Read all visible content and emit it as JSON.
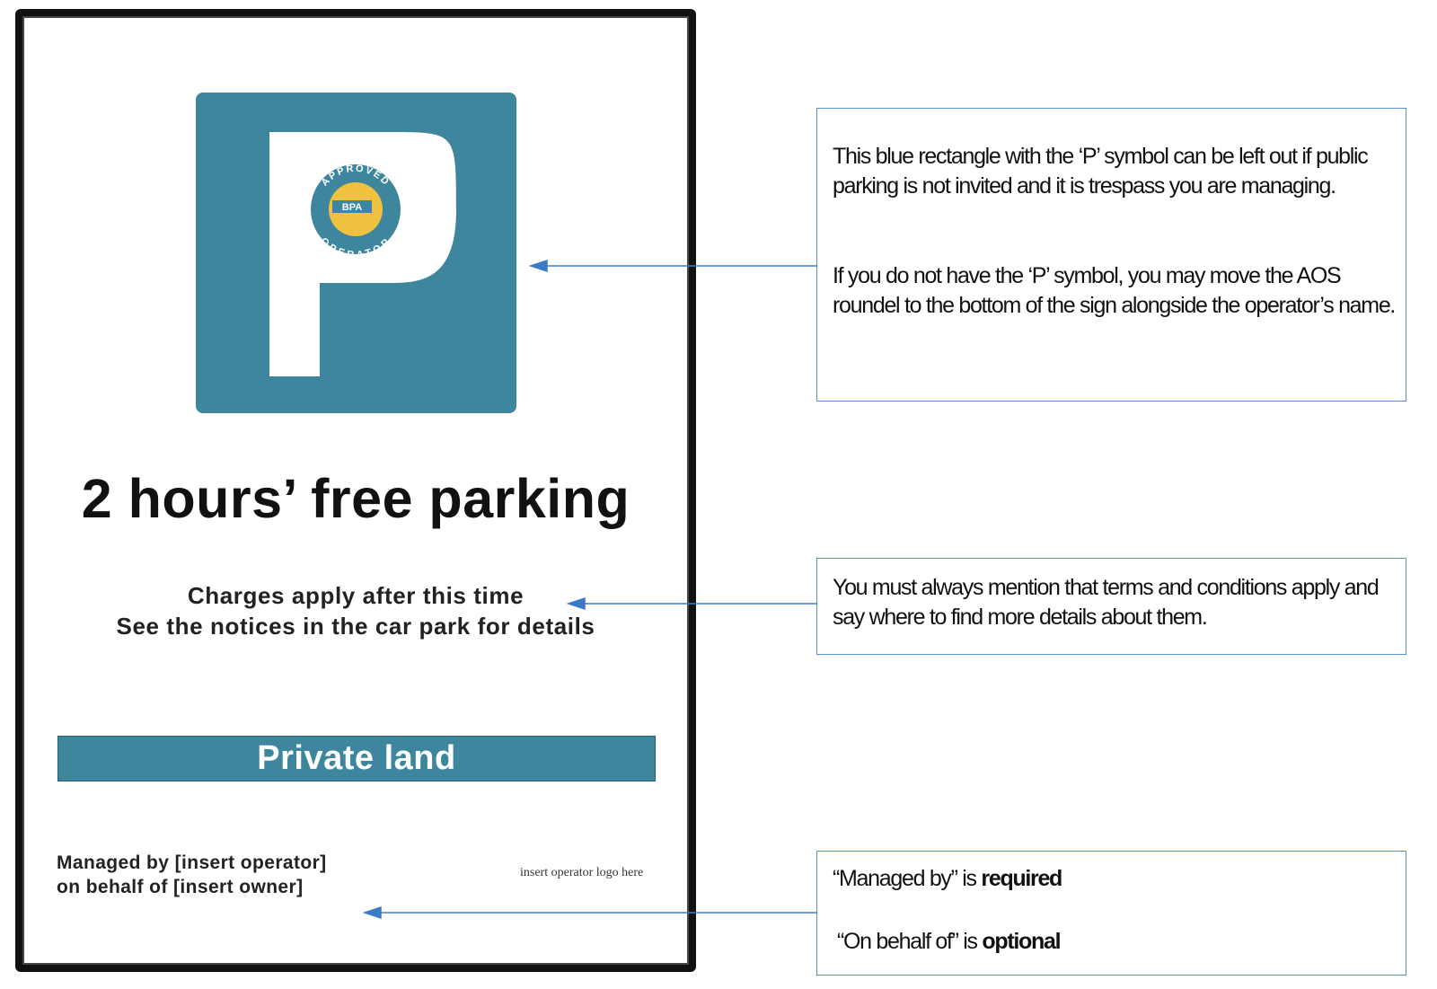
{
  "sign": {
    "roundel": {
      "top_text": "APPROVED",
      "bottom_text": "OPERATOR",
      "center_text": "BPA"
    },
    "headline": "2 hours’ free parking",
    "charges_line1": "Charges apply after this time",
    "charges_line2": "See the notices in the car park for details",
    "private_land": "Private land",
    "managed_by": "Managed by [insert operator]",
    "on_behalf_of": "on behalf of [insert owner]",
    "logo_placeholder": "insert operator logo here",
    "colors": {
      "sign_blue": "#3d869e",
      "roundel_yellow": "#f0c040",
      "arrow": "#3a7bc8"
    }
  },
  "notes": {
    "p_symbol_1": "This blue rectangle with the ‘P’ symbol can be left out if public parking is not invited and it is trespass you are managing.",
    "p_symbol_2": "If you do not have the ‘P’ symbol, you may move the AOS roundel to the bottom of the sign alongside the operator’s name.",
    "terms": "You must always mention that terms and conditions apply and say where to find more details about them.",
    "managed_prefix": "“Managed by” is ",
    "managed_strong": "required",
    "behalf_prefix": "“On behalf of” is ",
    "behalf_strong": "optional"
  }
}
